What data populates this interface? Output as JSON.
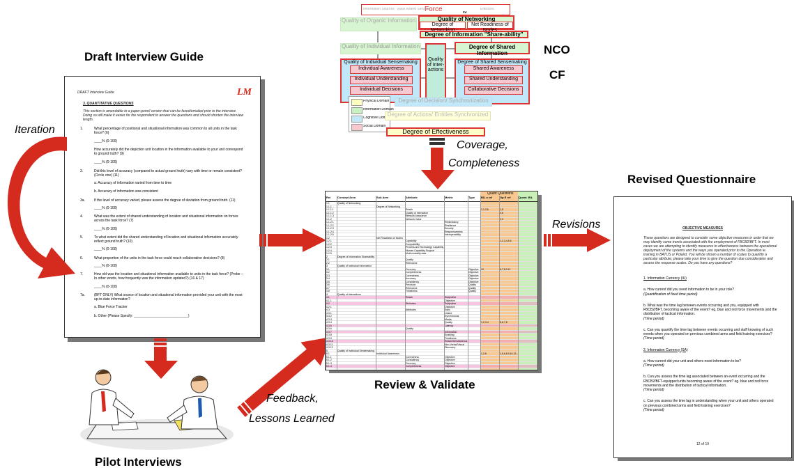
{
  "labels": {
    "draft_title": "Draft Interview Guide",
    "iteration": "Iteration",
    "pilot": "Pilot Interviews",
    "feedback": "Feedback,",
    "lessons": "Lessons Learned",
    "coverage": "Coverage,",
    "completeness": "Completeness",
    "review": "Review & Validate",
    "revisions": "Revisions",
    "revised_title": "Revised Questionnaire",
    "nco": "NCO",
    "cf": "CF"
  },
  "colors": {
    "arrow_red": "#d52a1e",
    "physical": "#ffffc0",
    "information": "#c8f0c0",
    "cognitive": "#c0e8f8",
    "social": "#f8c8d0",
    "box_border": "#d33333"
  },
  "draft_doc": {
    "header": "DRAFT Interview Guide",
    "logo": "LM",
    "section": "3.    QUANTITATIVE QUESTIONS",
    "intro": "This section is amendable to a paper-pencil version that can be faxed/emailed prior to the interview. Doing so will make it easier for the respondent to answer the questions and should shorten the interview length.",
    "questions": [
      {
        "num": "1.",
        "text": "What percentage of positional and situational information was common to all units in the task force? (6)"
      },
      {
        "num": "",
        "text": "____% (0-100)"
      },
      {
        "num": "",
        "text": "How accurately did the depiction unit location in the information available to your unit correspond to ground truth? (9)"
      },
      {
        "num": "",
        "text": "____% (0-100)"
      },
      {
        "num": "3.",
        "text": "Did this level of accuracy (compared to actual ground truth) vary with time or remain consistent? (Circle one) (11)"
      },
      {
        "num": "",
        "text": "a.  Accuracy of information varied from time to time"
      },
      {
        "num": "",
        "text": "b.  Accuracy of information was consistent"
      },
      {
        "num": "3a.",
        "text": "If the level of accuracy varied, please assess the degree of deviation from ground truth. (11)"
      },
      {
        "num": "",
        "text": "____% (0-100)"
      },
      {
        "num": "4.",
        "text": "What was the extent of shared understanding of location and situational information on forces across the task force? (7)"
      },
      {
        "num": "",
        "text": "____% (0-100)"
      },
      {
        "num": "5.",
        "text": "To what extent did the shared understanding of location and situational information accurately reflect ground truth? (10)"
      },
      {
        "num": "",
        "text": "____% (0-100)"
      },
      {
        "num": "6.",
        "text": "What proportion of the units in the task force could reach collaborative decisions? (8)"
      },
      {
        "num": "",
        "text": "____% (0-100)"
      },
      {
        "num": "7.",
        "text": "How old was the location and situational information available to units in the task force? (Probe -- In other words, how frequently was the information updated?) (16 & 17)"
      },
      {
        "num": "",
        "text": "____% (0-100)"
      },
      {
        "num": "7a.",
        "text": "(BFT ONLY) What source of location and situational information provided your unit with the most up-to-date information?"
      },
      {
        "num": "",
        "text": "a.   Blue Force Tracker"
      },
      {
        "num": "",
        "text": "b.   Other (Please Specify: ____________________________)"
      }
    ]
  },
  "nco_model": {
    "force": "Force",
    "top_small": [
      "Information Sources",
      "Value Added Services",
      "c2",
      "Effectors"
    ],
    "quality_organic": "Quality of Organic Information",
    "quality_networking": "Quality of Networking",
    "degree_networking": "Degree of Networking",
    "net_readiness": "Net Readiness of Nodes",
    "degree_shareability": "Degree of Information \"Share-ability\"",
    "quality_individual_info": "Quality of Individual Information",
    "quality_interactions": "Quality of Inter-actions",
    "degree_shared_info": "Degree of Shared Information",
    "quality_individual_sense": "Quality of Individual Sensemaking",
    "individual_items": [
      "Individual Awareness",
      "Individual Understanding",
      "Individual Decisions"
    ],
    "degree_shared_sense": "Degree of Shared Sensemaking",
    "shared_items": [
      "Shared Awareness",
      "Shared Understanding",
      "Collaborative Decisions"
    ],
    "legend": [
      "Physical Domain",
      "Information Domain",
      "Cognitive Domain",
      "Social Domain"
    ],
    "decision_sync": "Degree of Decision/ Synchronization",
    "actions_sync": "Degree of Actions/ Entities Synchronized",
    "effectiveness": "Degree of Effectiveness"
  },
  "spreadsheet": {
    "headers": [
      "Ref",
      "Concept Area",
      "Sub Area",
      "Attribute",
      "Metric",
      "Type",
      "BIL a ref",
      "Op E ref",
      "Quant. BIL"
    ],
    "top_header": "Quant Questions",
    "rows": [
      {
        "ref": "1.1",
        "concept": "Quality of Networking",
        "sub": "",
        "attr": "",
        "metric": "",
        "type": "",
        "a": "",
        "b": "",
        "pink": false
      },
      {
        "ref": "1.1.1",
        "concept": "",
        "sub": "Degree of Networking",
        "attr": "",
        "metric": "",
        "type": "",
        "a": "",
        "b": "",
        "pink": false
      },
      {
        "ref": "1.1.1.1",
        "concept": "",
        "sub": "",
        "attr": "Reach",
        "metric": "",
        "type": "",
        "a": "1,2,3,5",
        "b": "1,5",
        "pink": false
      },
      {
        "ref": "1.1.1.2",
        "concept": "",
        "sub": "",
        "attr": "Quality of Interaction",
        "metric": "",
        "type": "",
        "a": "",
        "b": "3,6",
        "pink": false
      },
      {
        "ref": "1.1.1.3",
        "concept": "",
        "sub": "",
        "attr": "Network Assurance",
        "metric": "",
        "type": "",
        "a": "",
        "b": "",
        "pink": false
      },
      {
        "ref": "1.1.2",
        "concept": "",
        "sub": "",
        "attr": "Network Value",
        "metric": "",
        "type": "",
        "a": "",
        "b": "2,3",
        "pink": false
      },
      {
        "ref": "1.1.2.1",
        "concept": "",
        "sub": "",
        "attr": "",
        "metric": "Redundancy",
        "type": "",
        "a": "",
        "b": "",
        "pink": false
      },
      {
        "ref": "1.1.2.2",
        "concept": "",
        "sub": "",
        "attr": "",
        "metric": "Resilience",
        "type": "",
        "a": "",
        "b": "",
        "pink": false
      },
      {
        "ref": "1.1.2.3",
        "concept": "",
        "sub": "",
        "attr": "",
        "metric": "Security",
        "type": "",
        "a": "",
        "b": "",
        "pink": false
      },
      {
        "ref": "1.1.2.4",
        "concept": "",
        "sub": "",
        "attr": "",
        "metric": "Responsiveness",
        "type": "",
        "a": "",
        "b": "",
        "pink": false
      },
      {
        "ref": "1.1.2.5",
        "concept": "",
        "sub": "",
        "attr": "",
        "metric": "Interoperability",
        "type": "",
        "a": "",
        "b": "",
        "pink": false
      },
      {
        "ref": "1.2",
        "concept": "",
        "sub": "Net Readiness of Nodes",
        "attr": "",
        "metric": "",
        "type": "",
        "a": "",
        "b": "",
        "pink": false
      },
      {
        "ref": "1.2.1",
        "concept": "",
        "sub": "",
        "attr": "Capability",
        "metric": "",
        "type": "",
        "a": "",
        "b": "1,2,3,4,5,6",
        "pink": false
      },
      {
        "ref": "1.2.2",
        "concept": "",
        "sub": "",
        "attr": "Compatibility",
        "metric": "",
        "type": "",
        "a": "",
        "b": "",
        "pink": false
      },
      {
        "ref": "1.2.3",
        "concept": "",
        "sub": "",
        "attr": "Process and Technology Capability Support",
        "metric": "",
        "type": "",
        "a": "",
        "b": "",
        "pink": false
      },
      {
        "ref": "1.2.4",
        "concept": "",
        "sub": "",
        "attr": "Human Capability Support",
        "metric": "",
        "type": "",
        "a": "",
        "b": "",
        "pink": false
      },
      {
        "ref": "1.2.5",
        "concept": "",
        "sub": "",
        "attr": "Multi-modality data",
        "metric": "",
        "type": "",
        "a": "",
        "b": "",
        "pink": false
      },
      {
        "ref": "2",
        "concept": "Degree of Information Shareability",
        "sub": "",
        "attr": "",
        "metric": "",
        "type": "",
        "a": "",
        "b": "",
        "pink": false
      },
      {
        "ref": "2.1",
        "concept": "",
        "sub": "",
        "attr": "Quality",
        "metric": "",
        "type": "",
        "a": "",
        "b": "",
        "pink": false
      },
      {
        "ref": "2.2",
        "concept": "",
        "sub": "",
        "attr": "Relevance",
        "metric": "",
        "type": "",
        "a": "",
        "b": "",
        "pink": false
      },
      {
        "ref": "3",
        "concept": "Quality of Individual Information",
        "sub": "",
        "attr": "",
        "metric": "",
        "type": "",
        "a": "",
        "b": "",
        "pink": false
      },
      {
        "ref": "3.1",
        "concept": "",
        "sub": "",
        "attr": "Currency",
        "metric": "",
        "type": "Objective",
        "a": "10",
        "b": "6,7,8,9,11",
        "pink": false
      },
      {
        "ref": "3.2",
        "concept": "",
        "sub": "",
        "attr": "Completeness",
        "metric": "",
        "type": "Objective",
        "a": "",
        "b": "",
        "pink": false
      },
      {
        "ref": "3.3",
        "concept": "",
        "sub": "",
        "attr": "Correctness",
        "metric": "",
        "type": "Objective",
        "a": "",
        "b": "",
        "pink": false
      },
      {
        "ref": "3.4",
        "concept": "",
        "sub": "",
        "attr": "Accuracy",
        "metric": "",
        "type": "Objective",
        "a": "",
        "b": "",
        "pink": false
      },
      {
        "ref": "3.5",
        "concept": "",
        "sub": "",
        "attr": "Consistency",
        "metric": "",
        "type": "Objective",
        "a": "",
        "b": "",
        "pink": false
      },
      {
        "ref": "3.6",
        "concept": "",
        "sub": "",
        "attr": "Precision",
        "metric": "",
        "type": "Quality",
        "a": "",
        "b": "",
        "pink": false
      },
      {
        "ref": "3.7",
        "concept": "",
        "sub": "",
        "attr": "Relevance",
        "metric": "",
        "type": "Quality",
        "a": "",
        "b": "",
        "pink": false
      },
      {
        "ref": "3.8",
        "concept": "",
        "sub": "",
        "attr": "Timeliness",
        "metric": "",
        "type": "Quality",
        "a": "",
        "b": "",
        "pink": false
      },
      {
        "ref": "4",
        "concept": "Quality of Interactions",
        "sub": "",
        "attr": "",
        "metric": "",
        "type": "",
        "a": "",
        "b": "",
        "pink": false
      },
      {
        "ref": "4.1",
        "concept": "",
        "sub": "",
        "attr": "Reach",
        "metric": "Subjective",
        "type": "",
        "a": "",
        "b": "",
        "pink": true
      },
      {
        "ref": "4.1.1",
        "concept": "",
        "sub": "",
        "attr": "",
        "metric": "Objective",
        "type": "",
        "a": "",
        "b": "",
        "pink": false
      },
      {
        "ref": "4.2",
        "concept": "",
        "sub": "",
        "attr": "Richness",
        "metric": "Subjective",
        "type": "",
        "a": "",
        "b": "",
        "pink": true
      },
      {
        "ref": "4.2.1",
        "concept": "",
        "sub": "",
        "attr": "",
        "metric": "Objective",
        "type": "",
        "a": "",
        "b": "",
        "pink": false
      },
      {
        "ref": "4.3",
        "concept": "",
        "sub": "",
        "attr": "Attributes",
        "metric": "Sync",
        "type": "",
        "a": "",
        "b": "",
        "pink": false
      },
      {
        "ref": "4.3.1",
        "concept": "",
        "sub": "",
        "attr": "",
        "metric": "Linked",
        "type": "",
        "a": "",
        "b": "",
        "pink": false
      },
      {
        "ref": "4.3.2",
        "concept": "",
        "sub": "",
        "attr": "",
        "metric": "Synchronous",
        "type": "",
        "a": "",
        "b": "",
        "pink": false
      },
      {
        "ref": "4.3.3",
        "concept": "",
        "sub": "",
        "attr": "",
        "metric": "Media",
        "type": "",
        "a": "",
        "b": "",
        "pink": false
      },
      {
        "ref": "4.3.4",
        "concept": "",
        "sub": "",
        "attr": "",
        "metric": "Quality",
        "type": "",
        "a": "1,2,3,4",
        "b": "5,6,7,8",
        "pink": false
      },
      {
        "ref": "4.3.5",
        "concept": "",
        "sub": "",
        "attr": "",
        "metric": "Latency",
        "type": "",
        "a": "",
        "b": "",
        "pink": true
      },
      {
        "ref": "4.3.6",
        "concept": "",
        "sub": "",
        "attr": "Quality",
        "metric": "",
        "type": "",
        "a": "",
        "b": "",
        "pink": false
      },
      {
        "ref": "4.3.7",
        "concept": "",
        "sub": "",
        "attr": "",
        "metric": "Information",
        "type": "",
        "a": "",
        "b": "",
        "pink": true
      },
      {
        "ref": "4.3.8",
        "concept": "",
        "sub": "",
        "attr": "",
        "metric": "Enabling",
        "type": "",
        "a": "",
        "b": "",
        "pink": false
      },
      {
        "ref": "4.3.9",
        "concept": "",
        "sub": "",
        "attr": "",
        "metric": "Timeliness",
        "type": "",
        "a": "",
        "b": "",
        "pink": false
      },
      {
        "ref": "4.3.10",
        "concept": "",
        "sub": "",
        "attr": "",
        "metric": "Reach/Simultaneous",
        "type": "",
        "a": "",
        "b": "",
        "pink": true
      },
      {
        "ref": "4.3.11",
        "concept": "",
        "sub": "",
        "attr": "",
        "metric": "Non-Verbal/Visual",
        "type": "",
        "a": "",
        "b": "",
        "pink": false
      },
      {
        "ref": "4.3.12",
        "concept": "",
        "sub": "",
        "attr": "",
        "metric": "Discovery",
        "type": "",
        "a": "",
        "b": "",
        "pink": false
      },
      {
        "ref": "5",
        "concept": "Quality of Individual Sensemaking",
        "sub": "",
        "attr": "",
        "metric": "",
        "type": "",
        "a": "",
        "b": "",
        "pink": false
      },
      {
        "ref": "5.1",
        "concept": "",
        "sub": "Individual Awareness",
        "attr": "",
        "metric": "",
        "type": "",
        "a": "1,2,5",
        "b": "1,5,6,8,9,10,12,13",
        "pink": false
      },
      {
        "ref": "5.1.1",
        "concept": "",
        "sub": "",
        "attr": "Correctness",
        "metric": "Objective",
        "type": "",
        "a": "",
        "b": "",
        "pink": false
      },
      {
        "ref": "5.1.2",
        "concept": "",
        "sub": "",
        "attr": "Consistency",
        "metric": "Objective",
        "type": "",
        "a": "",
        "b": "",
        "pink": false
      },
      {
        "ref": "5.1.3",
        "concept": "",
        "sub": "",
        "attr": "Currency",
        "metric": "Objective",
        "type": "",
        "a": "",
        "b": "",
        "pink": false
      },
      {
        "ref": "5.1.4",
        "concept": "",
        "sub": "",
        "attr": "Completeness",
        "metric": "Objective",
        "type": "",
        "a": "",
        "b": "",
        "pink": true
      }
    ]
  },
  "revised_doc": {
    "heading": "OBJECTIVE MEASURES",
    "intro": "These questions are designed to consider some objective measures in order that we may identify some trends associated with the employment of FBCB2/BFT. In most cases we are attempting to identify measures to effectiveness between the operational deployment of the systems and the ways you operated prior to the Operation ie. training in BATUS or Poland. You will be shown a number of scales to quantify a particular attribute; please take your time to give the question due consideration and assess the response scales. Do you have any questions?",
    "items": [
      {
        "kind": "h",
        "text": "1.       Information Currency  (IU)"
      },
      {
        "kind": "q",
        "text": "a.       How current did you need information to be in your role?"
      },
      {
        "kind": "i",
        "text": "(Quantification of fixed time period)"
      },
      {
        "kind": "q",
        "text": "b.       What was the time lag between events occurring and you, equipped with FBCB2/BFT, becoming aware of the event? eg. blue and red force movements and the distribution of tactical information."
      },
      {
        "kind": "i",
        "text": "(Time period)"
      },
      {
        "kind": "q",
        "text": "c.       Can you quantify the time lag between events occurring and staff knowing of such events when you operated on previous combined arms and field training exercises?"
      },
      {
        "kind": "i",
        "text": "(Time period)"
      },
      {
        "kind": "h",
        "text": "2.       Information Currency  (SA)"
      },
      {
        "kind": "q",
        "text": "a.       How current did your unit and others need information to be?"
      },
      {
        "kind": "i",
        "text": "(Time period)"
      },
      {
        "kind": "q",
        "text": "b.       Can you assess the time lag associated between an event occurring and the FBCB2/BFT-equipped units becoming aware of the event? eg. blue and red force movements and the distribution of tactical information."
      },
      {
        "kind": "i",
        "text": "(Time period)"
      },
      {
        "kind": "q",
        "text": "c.       Can you assess the time lag in understanding when your unit and others operated on previous combined arms and field training exercises?"
      },
      {
        "kind": "i",
        "text": "(Time period)"
      }
    ],
    "page": "12 of 19"
  }
}
